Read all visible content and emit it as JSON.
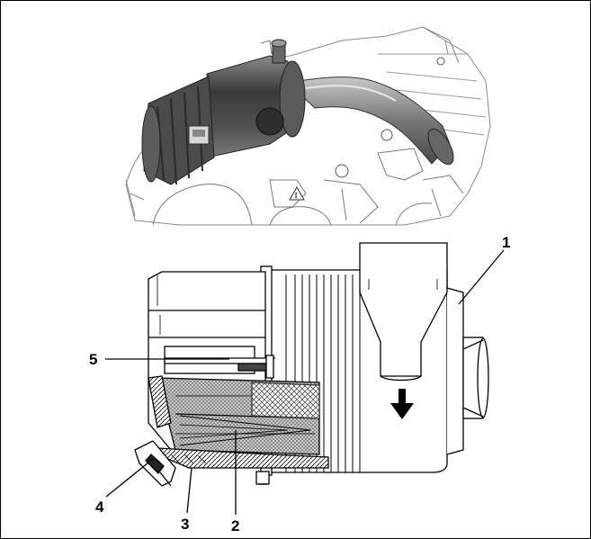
{
  "figure": {
    "top_view": {
      "subject": "engine-with-air-filter-housing"
    },
    "bottom_view": {
      "subject": "air-filter-cutaway"
    },
    "callouts": [
      {
        "label": "1"
      },
      {
        "label": "2"
      },
      {
        "label": "3"
      },
      {
        "label": "4"
      },
      {
        "label": "5"
      }
    ],
    "arrow_icon": "down-arrow-icon",
    "colors": {
      "line": "#000000",
      "shade": "#9a9a9a",
      "dark": "#3c3c3c"
    }
  }
}
